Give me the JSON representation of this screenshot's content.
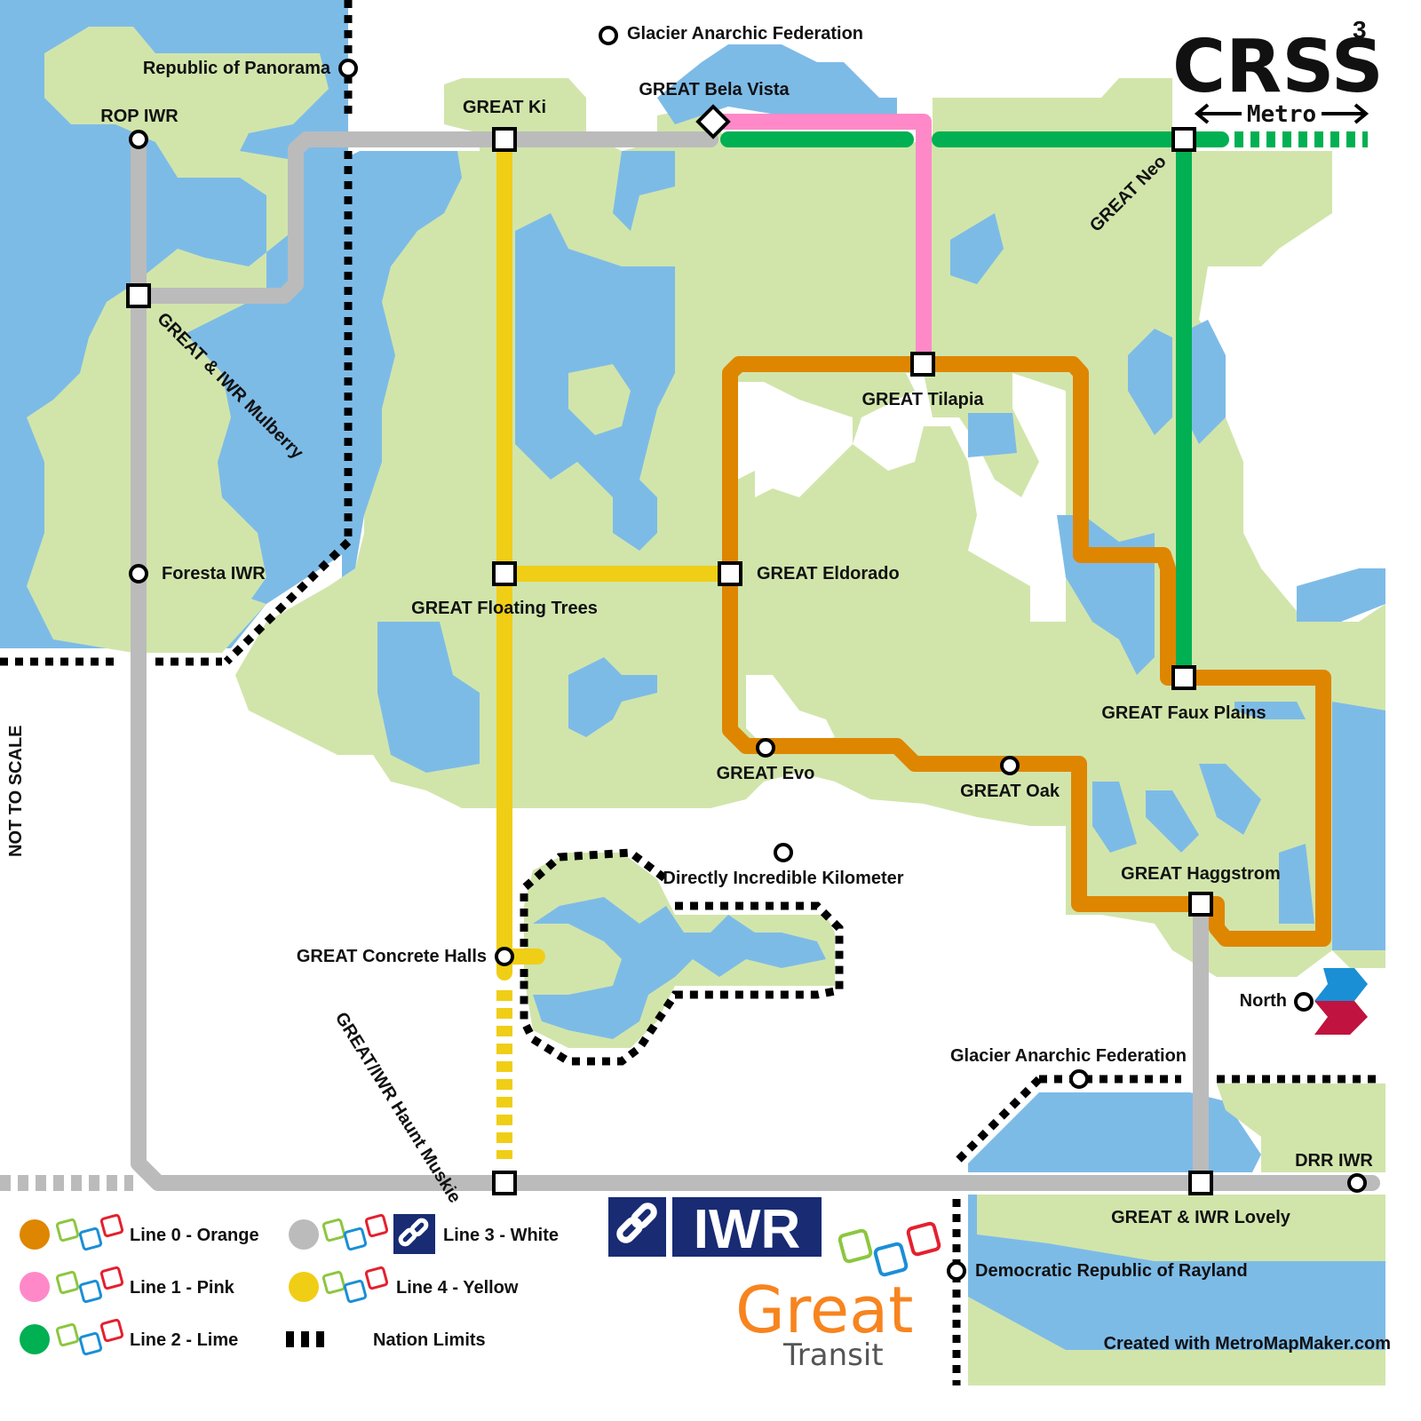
{
  "title": "CRSS",
  "title_superscript": "3",
  "subtitle": "Metro",
  "scale_note": "NOT TO SCALE",
  "credit": "Created with MetroMapMaker.com",
  "north_label": "North",
  "colors": {
    "water": "#7dbbe7",
    "land": "#d1e5ab",
    "line_orange": "#df8600",
    "line_pink": "#ff89c8",
    "line_lime": "#00b052",
    "line_white": "#bbbbbb",
    "line_yellow": "#f0ce15",
    "iwr_blue": "#182b73",
    "great_orange": "#f7841f"
  },
  "stations": {
    "rop_iwr": "ROP IWR",
    "republic_panorama": "Republic of Panorama",
    "glacier_north": "Glacier Anarchic Federation",
    "great_ki": "GREAT Ki",
    "great_bela_vista": "GREAT Bela Vista",
    "great_neo": "GREAT Neo",
    "great_mulberry": "GREAT & IWR Mulberry",
    "great_tilapia": "GREAT Tilapia",
    "foresta_iwr": "Foresta IWR",
    "great_floating_trees": "GREAT Floating Trees",
    "great_eldorado": "GREAT Eldorado",
    "great_faux_plains": "GREAT Faux Plains",
    "great_evo": "GREAT Evo",
    "great_oak": "GREAT Oak",
    "directly_incredible": "Directly Incredible Kilometer",
    "great_haggstrom": "GREAT Haggstrom",
    "great_concrete_halls": "GREAT Concrete Halls",
    "haunt_muskie": "GREAT/IWR Haunt Muskie",
    "glacier_south": "Glacier Anarchic Federation",
    "drr_iwr": "DRR IWR",
    "great_lovely": "GREAT & IWR Lovely",
    "democratic_rayland": "Democratic Republic of Rayland"
  },
  "legend": {
    "line0": "Line 0 - Orange",
    "line1": "Line 1 - Pink",
    "line2": "Line 2 - Lime",
    "line3": "Line 3 - White",
    "line4": "Line 4 - Yellow",
    "nation_limits": "Nation Limits"
  },
  "logos": {
    "iwr": "IWR",
    "great": "Great",
    "transit": "Transit"
  }
}
